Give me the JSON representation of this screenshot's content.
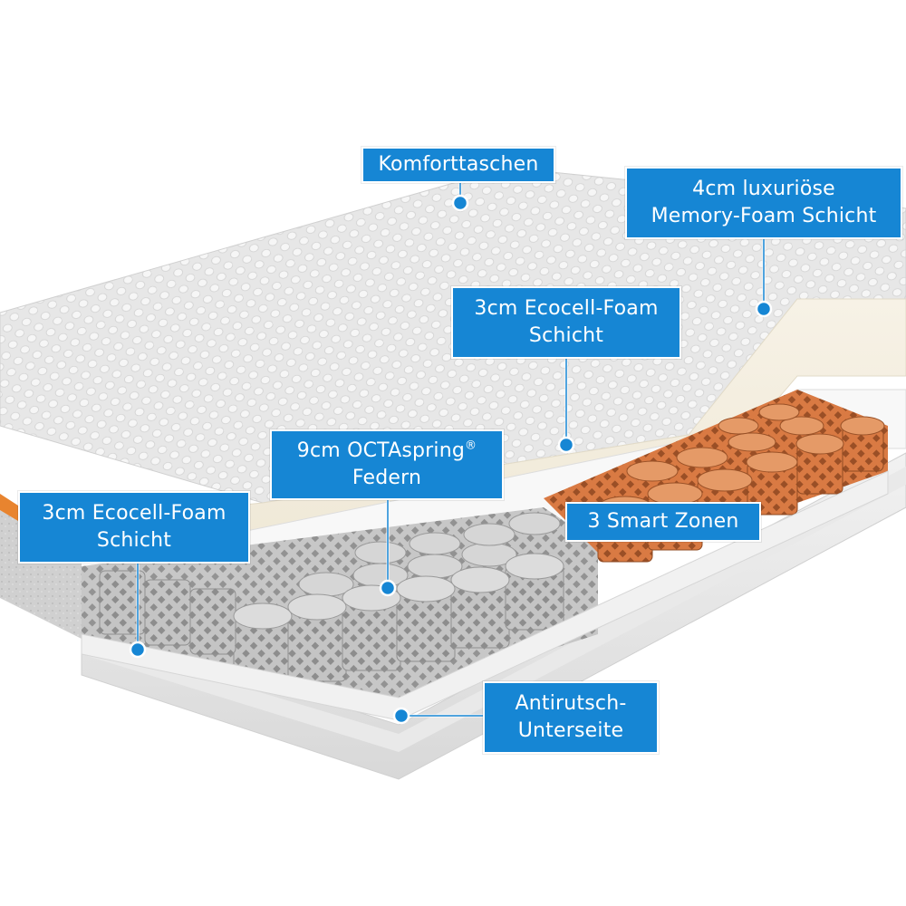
{
  "labels": {
    "komforttaschen": "Komforttaschen",
    "memory_foam_line1": "4cm luxuriöse",
    "memory_foam_line2": "Memory-Foam Schicht",
    "ecocell_top_line1": "3cm Ecocell-Foam",
    "ecocell_top_line2": "Schicht",
    "octaspring_line1": "9cm OCTAspring",
    "octaspring_reg": "®",
    "octaspring_line2": "Federn",
    "ecocell_left_line1": "3cm Ecocell-Foam",
    "ecocell_left_line2": "Schicht",
    "smart_zones": "3 Smart Zonen",
    "antirutsch_line1": "Antirutsch-",
    "antirutsch_line2": "Unterseite"
  },
  "colors": {
    "label_background": "#1686d4",
    "label_text": "#ffffff",
    "marker": "#1686d4",
    "cover_top": "#e9e9e9",
    "side_gray": "#cfcfcf",
    "foam_cream": "#f4efe2",
    "spring_gray": "#b9b9b9",
    "spring_orange": "#d9783f",
    "accent_orange": "#e8842f"
  }
}
